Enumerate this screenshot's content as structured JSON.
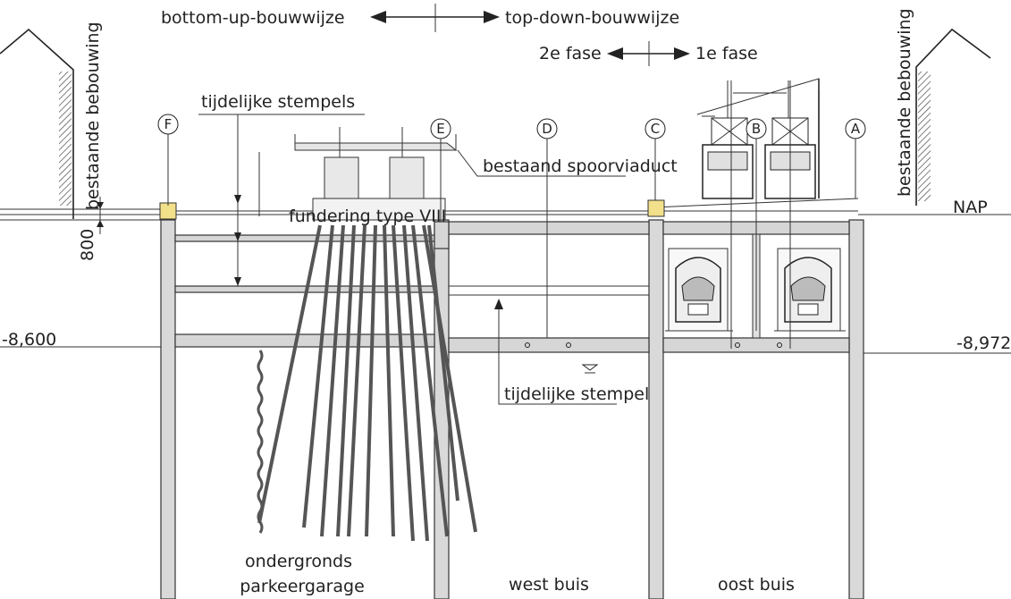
{
  "labels": {
    "bottom_up": "bottom-up-bouwwijze",
    "top_down": "top-down-bouwwijze",
    "phase_2": "2e fase",
    "phase_1": "1e fase",
    "temp_struts": "tijdelijke stempels",
    "existing_viaduct": "bestaand spoorviaduct",
    "foundation": "fundering type VIII",
    "nap": "NAP",
    "level_left": "-8,600",
    "level_right": "-8,972",
    "temp_strut": "tijdelijke stempel",
    "dim_800": "800",
    "existing_building_left": "bestaande bebouwing",
    "existing_building_right": "bestaande bebouwing",
    "garage_line1": "ondergronds",
    "garage_line2": "parkeergarage",
    "west_tube": "west buis",
    "east_tube": "oost buis"
  },
  "axes": [
    {
      "id": "F",
      "label": "F"
    },
    {
      "id": "E",
      "label": "E"
    },
    {
      "id": "D",
      "label": "D"
    },
    {
      "id": "C",
      "label": "C"
    },
    {
      "id": "B",
      "label": "B"
    },
    {
      "id": "A",
      "label": "A"
    }
  ],
  "colors": {
    "line": "#222222",
    "wall_fill": "#d9d9d9",
    "anchor_yellow": "#f2e08a"
  }
}
